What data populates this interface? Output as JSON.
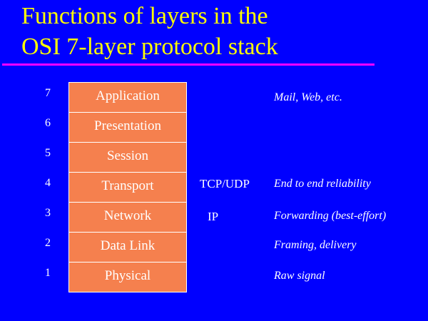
{
  "title": {
    "line1": "Functions of layers in the",
    "line2": "OSI 7-layer protocol stack"
  },
  "layers": [
    {
      "num": "7",
      "name": "Application",
      "protocol": "",
      "function": "Mail, Web, etc."
    },
    {
      "num": "6",
      "name": "Presentation",
      "protocol": "",
      "function": ""
    },
    {
      "num": "5",
      "name": "Session",
      "protocol": "",
      "function": ""
    },
    {
      "num": "4",
      "name": "Transport",
      "protocol": "TCP/UDP",
      "function": "End to end reliability"
    },
    {
      "num": "3",
      "name": "Network",
      "protocol": "IP",
      "function": "Forwarding (best-effort)"
    },
    {
      "num": "2",
      "name": "Data Link",
      "protocol": "",
      "function": "Framing, delivery"
    },
    {
      "num": "1",
      "name": "Physical",
      "protocol": "",
      "function": "Raw signal"
    }
  ],
  "colors": {
    "background": "#0000ff",
    "title": "#ffff00",
    "rule": "#ff00ff",
    "layer": "#f5804e"
  }
}
